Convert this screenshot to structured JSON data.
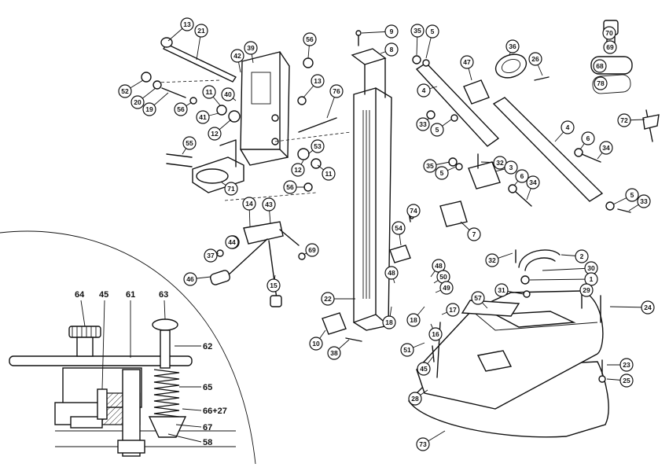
{
  "callouts": [
    {
      "id": "c13a",
      "text": "13"
    },
    {
      "id": "c21",
      "text": "21"
    },
    {
      "id": "c39",
      "text": "39"
    },
    {
      "id": "c42",
      "text": "42"
    },
    {
      "id": "c56a",
      "text": "56"
    },
    {
      "id": "c13b",
      "text": "13"
    },
    {
      "id": "c52",
      "text": "52"
    },
    {
      "id": "c20",
      "text": "20"
    },
    {
      "id": "c19",
      "text": "19"
    },
    {
      "id": "c56b",
      "text": "56"
    },
    {
      "id": "c11a",
      "text": "11"
    },
    {
      "id": "c40",
      "text": "40"
    },
    {
      "id": "c41",
      "text": "41"
    },
    {
      "id": "c12a",
      "text": "12"
    },
    {
      "id": "c76",
      "text": "76"
    },
    {
      "id": "c53",
      "text": "53"
    },
    {
      "id": "c55",
      "text": "55"
    },
    {
      "id": "c12b",
      "text": "12"
    },
    {
      "id": "c11b",
      "text": "11"
    },
    {
      "id": "c71",
      "text": "71"
    },
    {
      "id": "c56c",
      "text": "56"
    },
    {
      "id": "c14",
      "text": "14"
    },
    {
      "id": "c43",
      "text": "43"
    },
    {
      "id": "c44",
      "text": "44"
    },
    {
      "id": "c37",
      "text": "37"
    },
    {
      "id": "c69",
      "text": "69"
    },
    {
      "id": "c46",
      "text": "46"
    },
    {
      "id": "c15",
      "text": "15"
    },
    {
      "id": "c9",
      "text": "9"
    },
    {
      "id": "c8",
      "text": "8"
    },
    {
      "id": "c22",
      "text": "22"
    },
    {
      "id": "c10",
      "text": "10"
    },
    {
      "id": "c38",
      "text": "38"
    },
    {
      "id": "c35a",
      "text": "35"
    },
    {
      "id": "c5a",
      "text": "5"
    },
    {
      "id": "c47",
      "text": "47"
    },
    {
      "id": "c4a",
      "text": "4"
    },
    {
      "id": "c33a",
      "text": "33"
    },
    {
      "id": "c5b",
      "text": "5"
    },
    {
      "id": "c36",
      "text": "36"
    },
    {
      "id": "c26",
      "text": "26"
    },
    {
      "id": "c70",
      "text": "70"
    },
    {
      "id": "c69b",
      "text": "69"
    },
    {
      "id": "c68",
      "text": "68"
    },
    {
      "id": "c78",
      "text": "78"
    },
    {
      "id": "c72",
      "text": "72"
    },
    {
      "id": "c4b",
      "text": "4"
    },
    {
      "id": "c6a",
      "text": "6"
    },
    {
      "id": "c34a",
      "text": "34"
    },
    {
      "id": "c35b",
      "text": "35"
    },
    {
      "id": "c5c",
      "text": "5"
    },
    {
      "id": "c32a",
      "text": "32"
    },
    {
      "id": "c3",
      "text": "3"
    },
    {
      "id": "c6b",
      "text": "6"
    },
    {
      "id": "c34b",
      "text": "34"
    },
    {
      "id": "c5d",
      "text": "5"
    },
    {
      "id": "c33b",
      "text": "33"
    },
    {
      "id": "c74",
      "text": "74"
    },
    {
      "id": "c7",
      "text": "7"
    },
    {
      "id": "c54",
      "text": "54"
    },
    {
      "id": "c48a",
      "text": "48"
    },
    {
      "id": "c18a",
      "text": "18"
    },
    {
      "id": "c48b",
      "text": "48"
    },
    {
      "id": "c50",
      "text": "50"
    },
    {
      "id": "c49",
      "text": "49"
    },
    {
      "id": "c18b",
      "text": "18"
    },
    {
      "id": "c17",
      "text": "17"
    },
    {
      "id": "c16",
      "text": "16"
    },
    {
      "id": "c51",
      "text": "51"
    },
    {
      "id": "c45b",
      "text": "45"
    },
    {
      "id": "c57",
      "text": "57"
    },
    {
      "id": "c31",
      "text": "31"
    },
    {
      "id": "c32b",
      "text": "32"
    },
    {
      "id": "c2",
      "text": "2"
    },
    {
      "id": "c30",
      "text": "30"
    },
    {
      "id": "c1",
      "text": "1"
    },
    {
      "id": "c29",
      "text": "29"
    },
    {
      "id": "c24",
      "text": "24"
    },
    {
      "id": "c28",
      "text": "28"
    },
    {
      "id": "c23",
      "text": "23"
    },
    {
      "id": "c25",
      "text": "25"
    },
    {
      "id": "c73",
      "text": "73"
    }
  ],
  "detail_labels": {
    "l64": "64",
    "l45": "45",
    "l61": "61",
    "l63": "63",
    "l62": "62",
    "l65": "65",
    "l66": "66+27",
    "l67": "67",
    "l58": "58"
  }
}
